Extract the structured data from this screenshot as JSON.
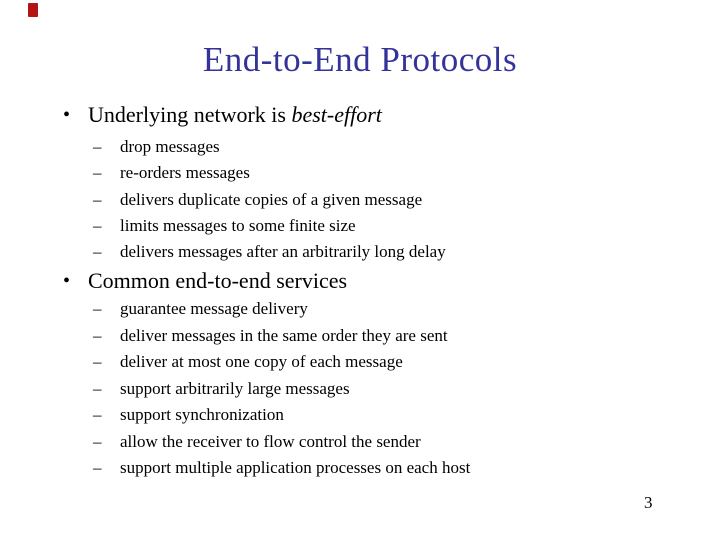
{
  "slide": {
    "title": "End-to-End Protocols",
    "page_number": "3",
    "bullet_marker": "•",
    "sub_marker": "–",
    "colors": {
      "title": "#333399",
      "body": "#000000",
      "background": "#ffffff",
      "corner_marker": "#b31312"
    },
    "bullets": [
      {
        "lead": "Underlying network is ",
        "emphasis": "best-effort",
        "items": [
          "drop messages",
          "re-orders messages",
          "delivers duplicate copies of a given message",
          "limits messages to some finite size",
          "delivers messages after an arbitrarily long delay"
        ]
      },
      {
        "lead": "Common end-to-end services",
        "emphasis": "",
        "items": [
          "guarantee message delivery",
          "deliver messages in the same order they are sent",
          "deliver at most one copy of each message",
          "support arbitrarily large messages",
          "support synchronization",
          "allow the receiver to flow control the sender",
          "support multiple application processes on each host"
        ]
      }
    ]
  }
}
